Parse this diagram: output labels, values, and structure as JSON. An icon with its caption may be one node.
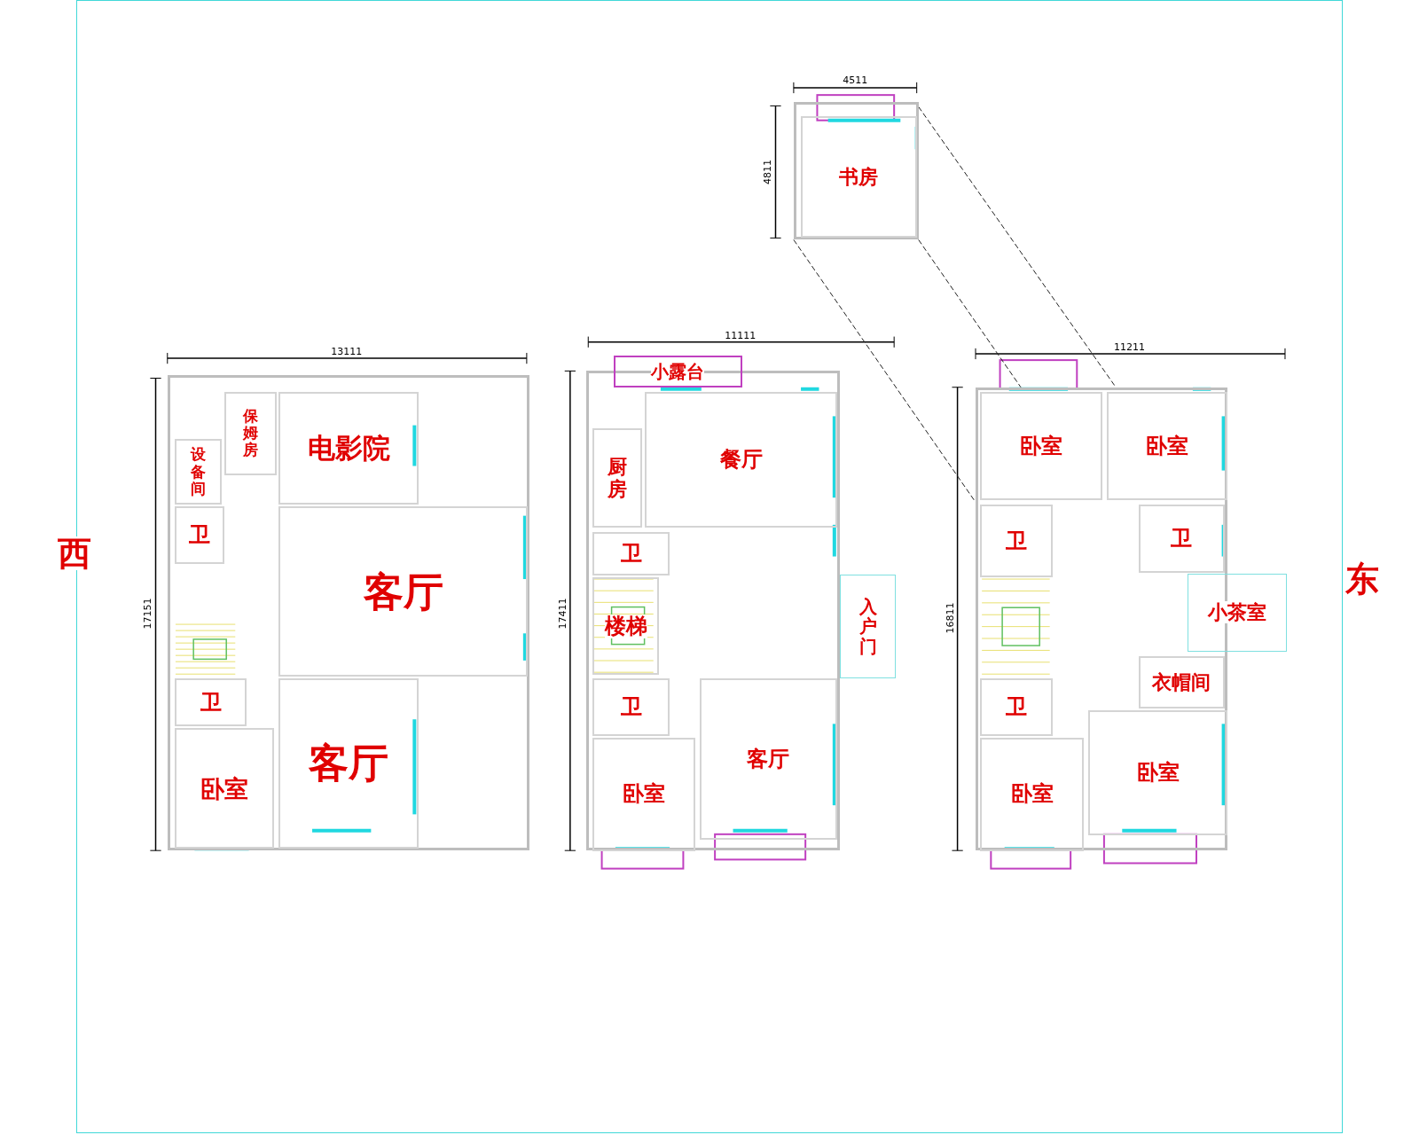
{
  "diagram": {
    "nodes": [
      {
        "text": [],
        "shape": "box"
      },
      {
        "text": [
          "书房"
        ],
        "in": 0
      },
      {
        "text": [],
        "shape": "box"
      },
      {
        "text": [
          "保姆房"
        ],
        "in": 2
      },
      {
        "text": [
          "设备间"
        ],
        "in": 2
      },
      {
        "text": [
          "电影院"
        ],
        "in": 2
      },
      {
        "text": [
          "卫"
        ],
        "in": 2
      },
      {
        "text": [
          "客厅"
        ],
        "in": 2
      },
      {
        "text": [
          "卫"
        ],
        "in": 2
      },
      {
        "text": [
          "卧室"
        ],
        "in": 2
      },
      {
        "text": [
          "客厅"
        ],
        "in": 2
      },
      {
        "text": [],
        "shape": "box"
      },
      {
        "text": [
          "小露台"
        ]
      },
      {
        "text": [
          "厨房"
        ],
        "in": 11
      },
      {
        "text": [
          "餐厅"
        ],
        "in": 11
      },
      {
        "text": [
          "卫"
        ],
        "in": 11
      },
      {
        "text": [
          "楼梯"
        ],
        "in": 11
      },
      {
        "text": [
          "入户门"
        ]
      },
      {
        "text": [
          "卫"
        ],
        "in": 11
      },
      {
        "text": [
          "卧室"
        ],
        "in": 11
      },
      {
        "text": [
          "客厅"
        ],
        "in": 11
      },
      {
        "text": [],
        "shape": "box"
      },
      {
        "text": [
          "卧室"
        ],
        "in": 21
      },
      {
        "text": [
          "卧室"
        ],
        "in": 21
      },
      {
        "text": [
          "卫"
        ],
        "in": 21
      },
      {
        "text": [
          "卫"
        ],
        "in": 21
      },
      {
        "text": [
          "小茶室"
        ]
      },
      {
        "text": [
          "衣帽间"
        ],
        "in": 21
      },
      {
        "text": [
          "卫"
        ],
        "in": 21
      },
      {
        "text": [
          "卧室"
        ],
        "in": 21
      },
      {
        "text": [
          "卧室"
        ],
        "in": 21
      }
    ],
    "edges": [
      {
        "from": 0,
        "to": 21,
        "arrow": "none",
        "style": "dashed"
      },
      {
        "from": 0,
        "to": 21,
        "arrow": "none",
        "style": "dashed"
      },
      {
        "from": 0,
        "to": 21,
        "arrow": "none",
        "style": "dashed"
      }
    ],
    "labels": [
      "4511",
      "4811",
      "13111",
      "11111",
      "11211",
      "17151",
      "17411",
      "16811",
      "西",
      "东"
    ]
  }
}
